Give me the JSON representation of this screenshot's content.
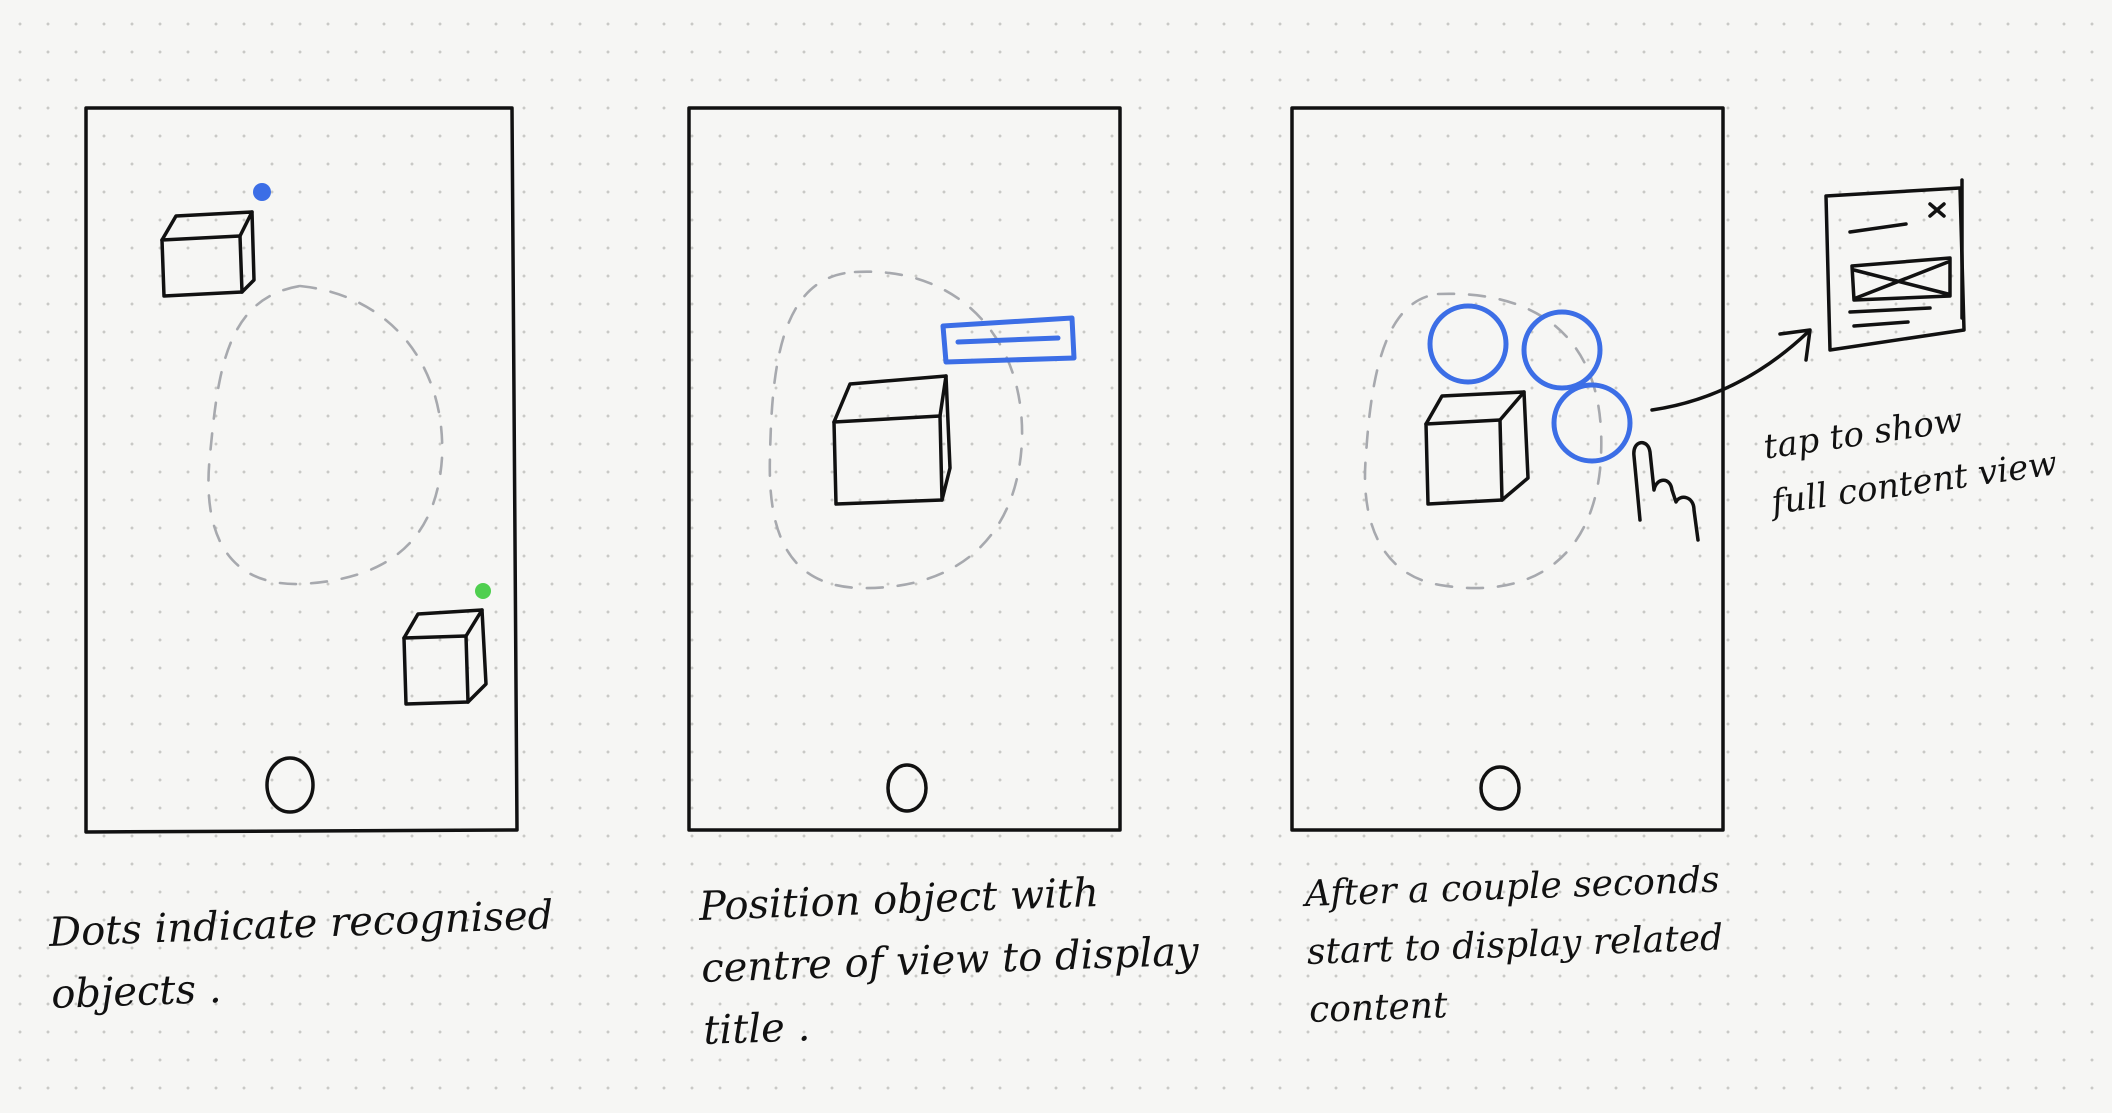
{
  "colors": {
    "ink": "#111111",
    "placeholder": "#a7a9ae",
    "accent_blue": "#3c6ee6",
    "indicator_green": "#4fcf4f"
  },
  "frames": [
    {
      "caption_lines": [
        "Dots indicate recognised",
        "objects ."
      ]
    },
    {
      "caption_lines": [
        "Position object with",
        "centre of view to display",
        "title ."
      ]
    },
    {
      "caption_lines": [
        "After a couple seconds",
        "start to display related",
        "content"
      ]
    }
  ],
  "annotation": {
    "lines": [
      "tap to show",
      "full content view"
    ]
  },
  "icons": [
    "cube-icon",
    "shutter-button-icon",
    "hand-pointer-icon",
    "close-icon",
    "image-placeholder-icon",
    "arrow-icon"
  ]
}
